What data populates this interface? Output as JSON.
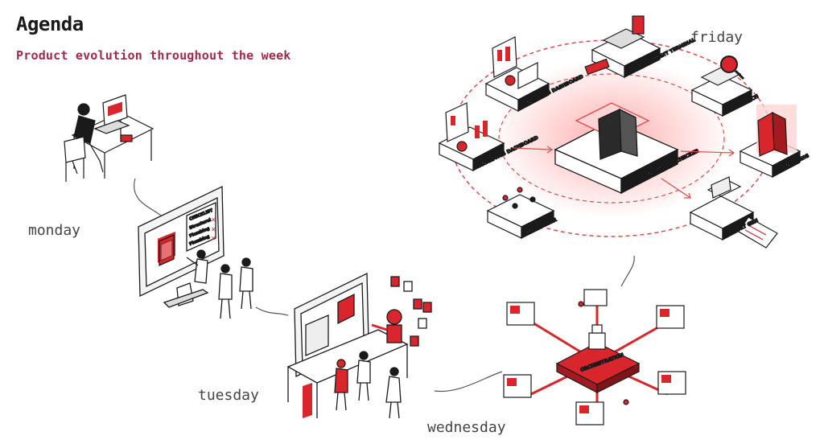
{
  "title": "Agenda",
  "subtitle": "Product evolution throughout the week",
  "days": {
    "monday": "monday",
    "tuesday": "tuesday",
    "wednesday": "wednesday",
    "friday": "friday"
  },
  "friday_modules": {
    "stripe": "STRIPE PAYMENT TERMINAL",
    "analytics_top": "ANALYTICS DASHBOARD",
    "analytics_left": "ANALYTICS DASHBOARD",
    "rag": "RAG SEARCH",
    "ai_rendering": "AI RENDERING",
    "center": "3D BUILDING MODEL CHECKER",
    "multi_user": "MULTI-USER",
    "report": "REPORT GEN"
  },
  "monday_checklist": {
    "title": "CHECKLIST",
    "item1": "Structural",
    "item2": "Plumbing",
    "item3": "Plumbing"
  },
  "wednesday_hub": "ORCHESTRATION",
  "colors": {
    "accent": "#d9262c",
    "subtitle": "#a12a4b",
    "ink": "#1a1a1a"
  }
}
